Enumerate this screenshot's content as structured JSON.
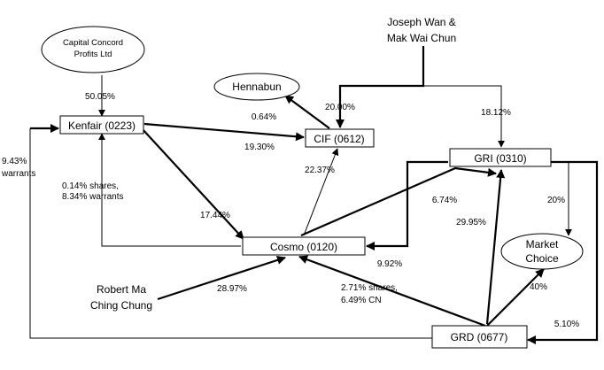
{
  "nodes": {
    "capital_concord": {
      "line1": "Capital Concord",
      "line2": "Profits Ltd"
    },
    "joseph_wan": {
      "line1": "Joseph Wan &",
      "line2": "Mak Wai Chun"
    },
    "hennabun": {
      "label": "Hennabun"
    },
    "kenfair": {
      "label": "Kenfair (0223)"
    },
    "cif": {
      "label": "CIF (0612)"
    },
    "gri": {
      "label": "GRI (0310)"
    },
    "cosmo": {
      "label": "Cosmo (0120)"
    },
    "market_choice": {
      "line1": "Market",
      "line2": "Choice"
    },
    "robert_ma": {
      "line1": "Robert Ma",
      "line2": "Ching Chung"
    },
    "grd": {
      "label": "GRD (0677)"
    }
  },
  "edges": {
    "capital_to_kenfair": "50.05%",
    "joseph_to_cif": "20.00%",
    "joseph_to_gri": "18.12%",
    "cif_to_hennabun": "0.64%",
    "kenfair_to_cif": "19.30%",
    "grd_to_kenfair": {
      "line1": "9.43%",
      "line2": "warrants"
    },
    "cosmo_to_kenfair": {
      "line1": "0.14% shares,",
      "line2": "8.34% warrants"
    },
    "kenfair_to_cosmo": "17.44%",
    "cosmo_to_cif": "22.37%",
    "cosmo_to_gri": "6.74%",
    "gri_to_cosmo": "9.92%",
    "grd_to_gri": "29.95%",
    "gri_to_market": "20%",
    "grd_to_market": "40%",
    "robert_to_cosmo": "28.97%",
    "grd_to_cosmo": {
      "line1": "2.71% shares,",
      "line2": "6.49% CN"
    },
    "gri_to_grd": "5.10%"
  }
}
